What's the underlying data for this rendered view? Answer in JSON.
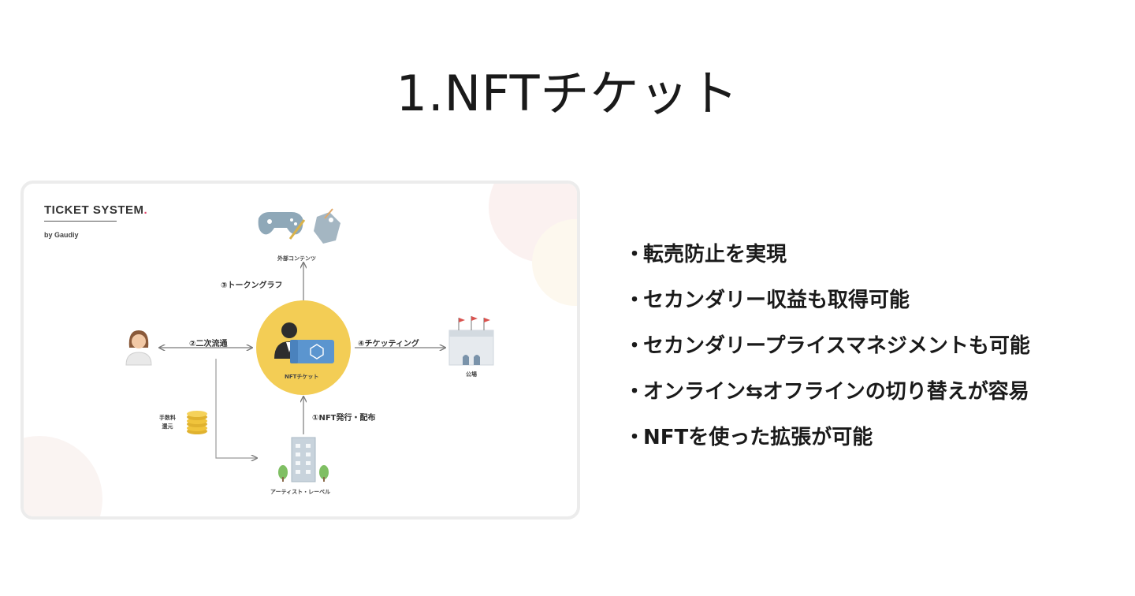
{
  "slide": {
    "title": "1.NFTチケット"
  },
  "diagram": {
    "brand": {
      "title": "TICKET SYSTEM",
      "dot": ".",
      "byline": "by Gaudiy"
    },
    "nodes": {
      "center": "NFTチケット",
      "top": "外部コンテンツ",
      "right": "公場",
      "bottom": "アーティスト・レーベル",
      "fee": "手数料\n還元"
    },
    "edges": {
      "secondary": "②二次流通",
      "talking": "③トークングラフ",
      "ticketing": "④チケッティング",
      "issue": "①NFT発行・配布"
    },
    "colors": {
      "center_circle": "#f3cd55",
      "ticket": "#5b95cf",
      "coin": "#f0c43c",
      "arrow": "#7a7a7a"
    }
  },
  "bullets": {
    "marker": "・",
    "items": [
      "転売防止を実現",
      "セカンダリー収益も取得可能",
      "セカンダリープライスマネジメントも可能",
      "オンライン⇆オフラインの切り替えが容易",
      "NFTを使った拡張が可能"
    ]
  }
}
